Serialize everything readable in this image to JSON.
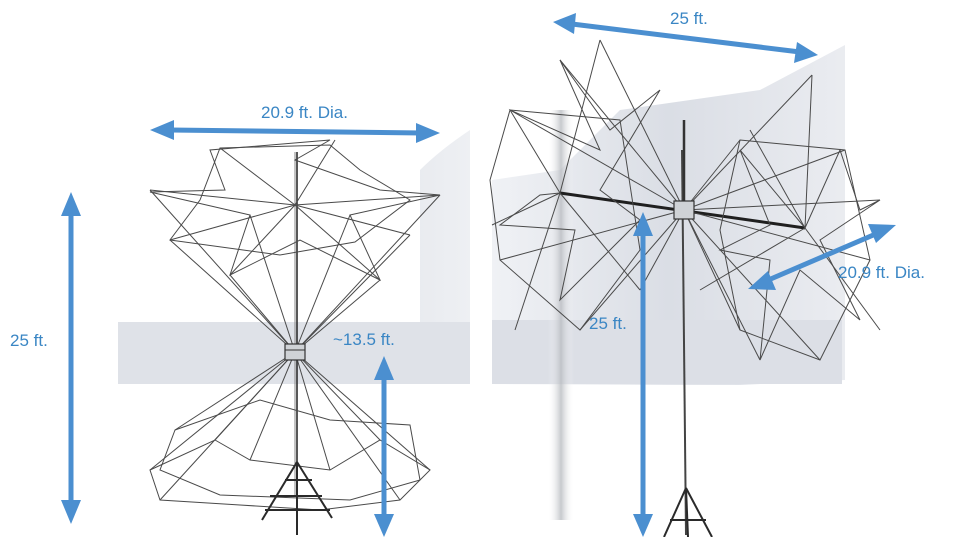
{
  "left_antenna": {
    "diameter_label": "20.9 ft. Dia.",
    "height_label": "25 ft.",
    "center_height_label": "~13.5 ft."
  },
  "right_antenna": {
    "span_label": "25 ft.",
    "diameter_label": "20.9 ft. Dia.",
    "height_label": "25 ft."
  },
  "colors": {
    "dimension_arrow": "#4b8fd0",
    "label_text": "#3a86c4",
    "wire": "#4a4a4a",
    "background_shade": "#d8dce3"
  }
}
